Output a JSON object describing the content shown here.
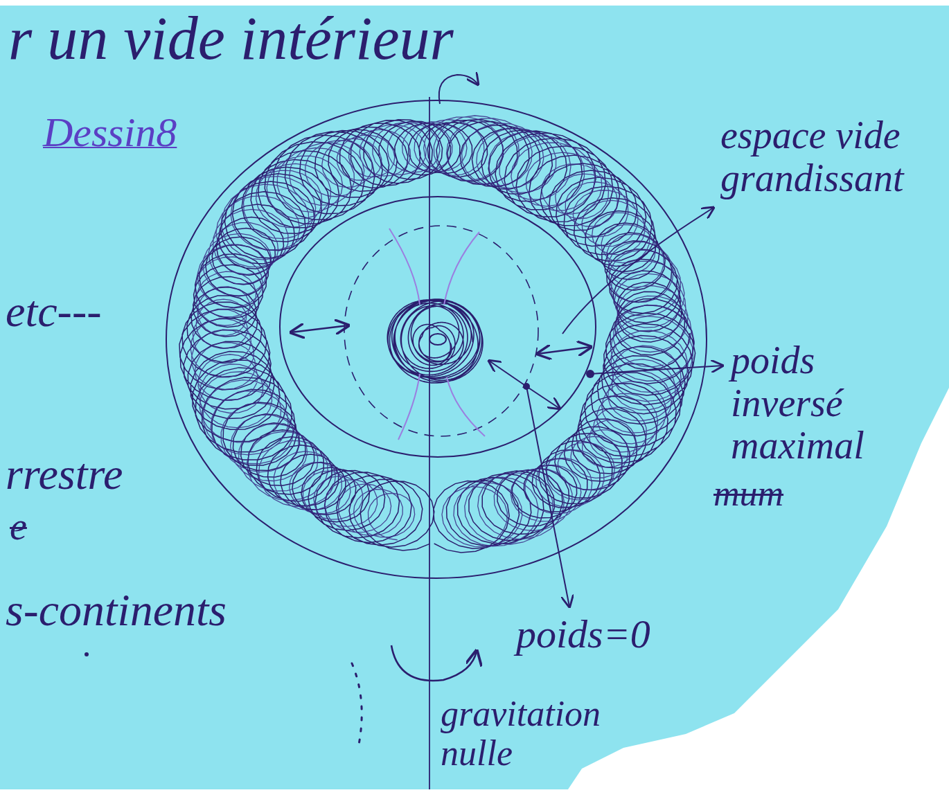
{
  "diagram": {
    "title": "Dessin8",
    "labels": [
      "r un vide intérieur",
      "etc---",
      "espace vide grandissant",
      "poids inversé maximal",
      "mum",
      "rrestre",
      "e",
      "s-continents",
      "poids=0",
      "gravitation nulle"
    ]
  }
}
